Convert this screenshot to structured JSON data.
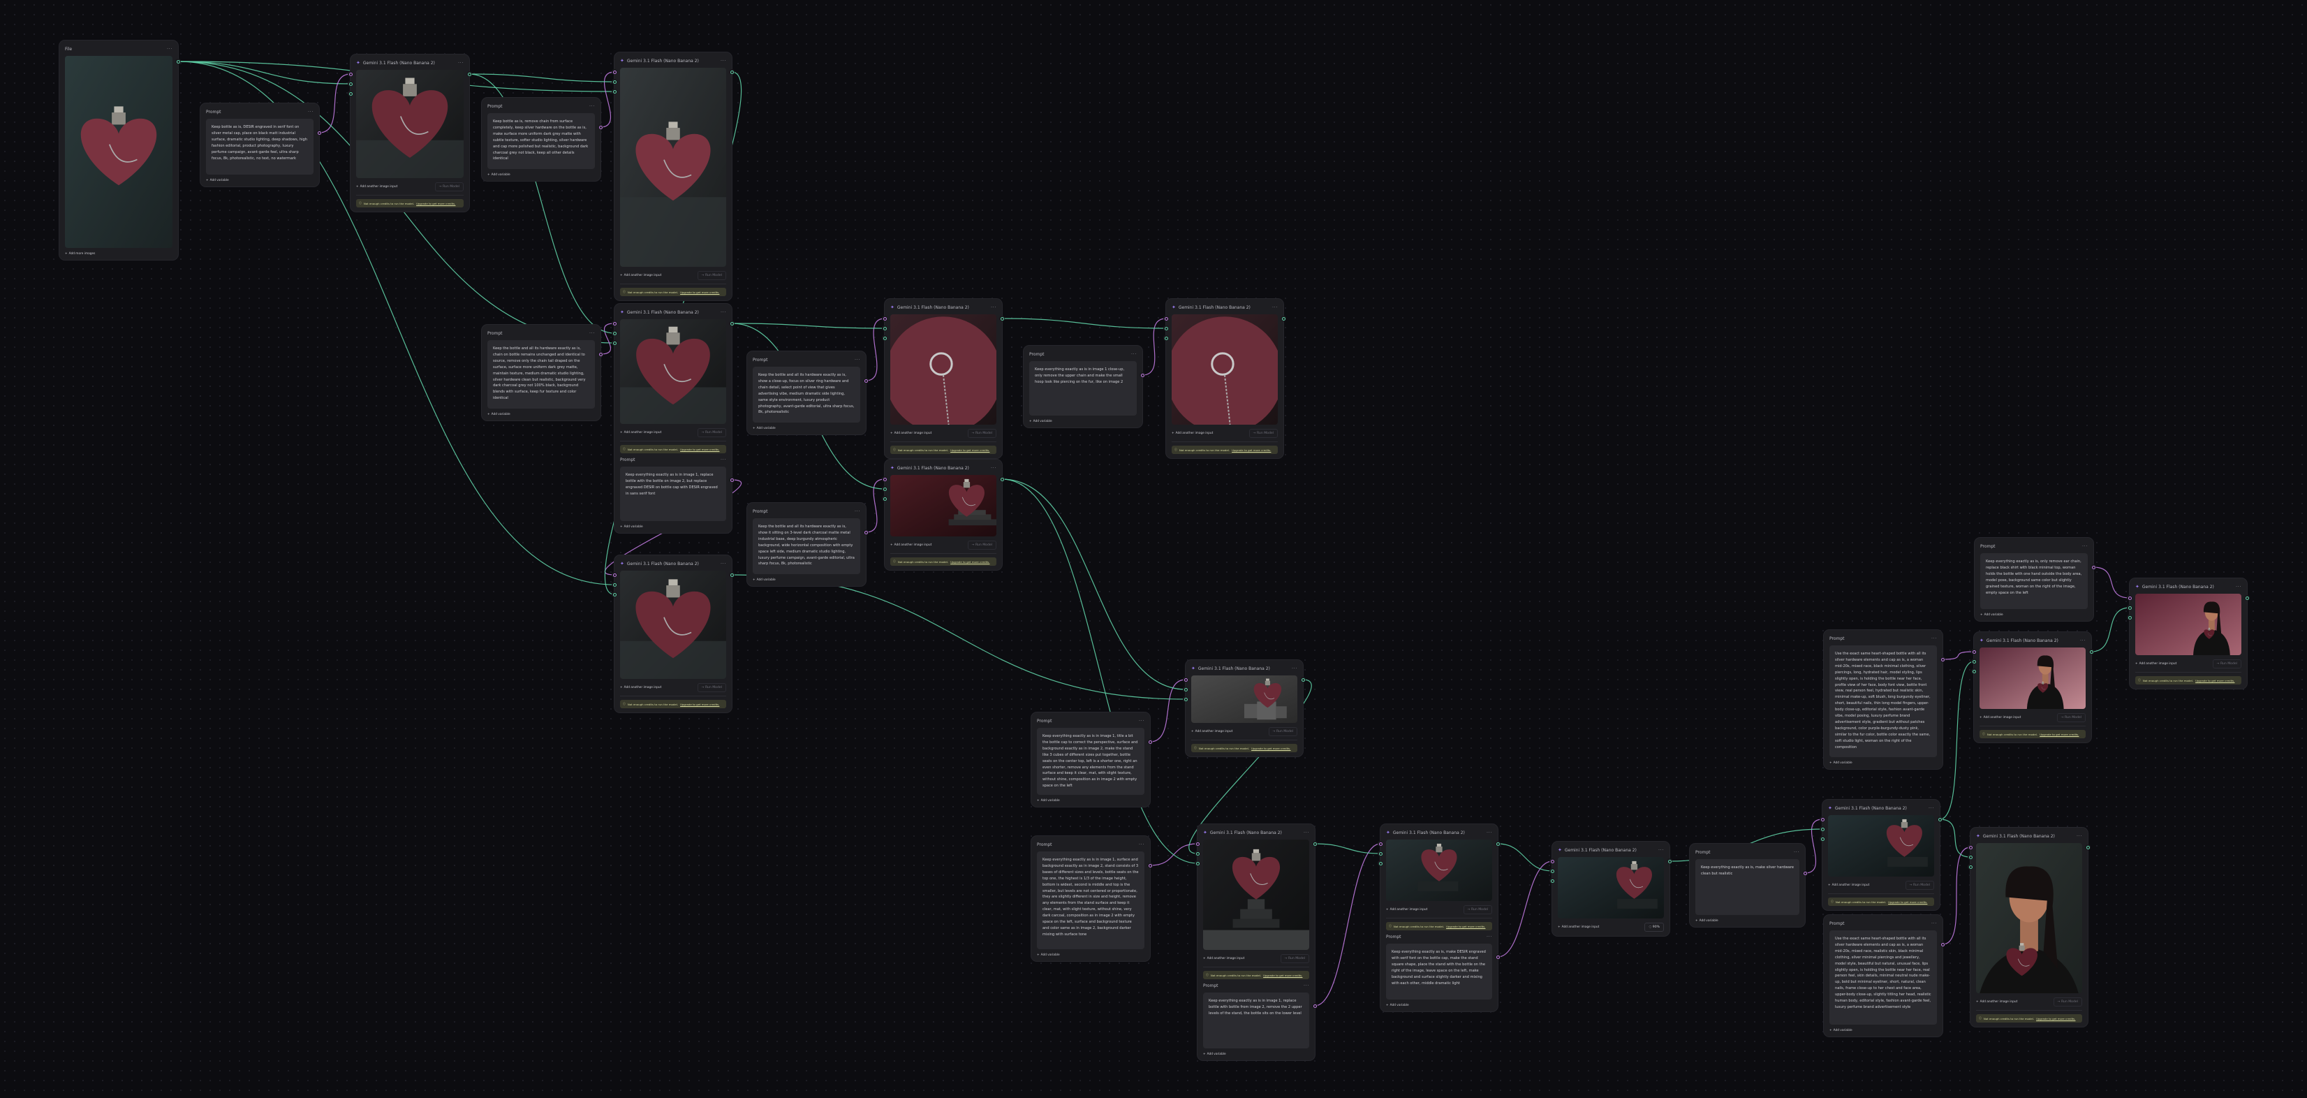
{
  "file_node": {
    "title": "File",
    "add_label": "Add more images"
  },
  "gen_node": {
    "title": "Gemini 3.1 Flash (Nano Banana 2)",
    "add_input_label": "Add another image input",
    "run_label": "Run Model",
    "warning_text": "Not enough credits to run the model.",
    "upgrade_link": "Upgrade to get more credits.",
    "progress": "90%"
  },
  "prompt_node": {
    "title": "Prompt",
    "add_variable_label": "Add variable"
  },
  "prompts": [
    "Keep bottle as is, DESIR engraved in serif font on silver metal cap, place on black matt industrial surface, dramatic studio lighting, deep shadows, high fashion editorial, product photography, luxury perfume campaign, avant-garde feel, ultra sharp focus, 8k, photorealistic, no text, no watermark",
    "Keep bottle as is, remove chain from surface completely, keep silver hardware on the bottle as is, make surface more uniform dark grey matte with subtle texture, softer studio lighting, silver hardware and cap more polished but realistic, background dark charcoal grey not black, keep all other details identical",
    "Keep the bottle and all its hardware exactly as is, chain on bottle remains unchanged and identical to source, remove only the chain tail draped on the surface, surface more uniform dark grey matte, maintain texture, medium dramatic studio lighting, silver hardware clean but realistic, background very dark charcoal grey not 100% black, background blends with surface, keep fur texture and color identical",
    "Keep everything exactly as is in image 1, replace bottle with the bottle on image 2, but replace engraved DESIR on bottle cap with DESIR engraved in sans serif font",
    "Keep the bottle and all its hardware exactly as is, show a close-up, focus on silver ring hardware and chain detail, select point of view that gives advertising vibe, medium dramatic side lighting, same style environment, luxury product photography, avant-garde editorial, ultra sharp focus, 8k, photorealistic",
    "Keep the bottle and all its hardware exactly as is, show it sitting on 3-level dark charcoal matte metal industrial base, deep burgundy atmospheric background, wide horizontal composition with empty space left side, medium dramatic studio lighting, luxury perfume campaign, avant-garde editorial, ultra sharp focus, 8k, photorealistic",
    "Keep everything exactly as is in image 1 close-up, only remove the upper chain and make the small hoop look like piercing on the fur, like on image 2",
    "Keep everything exactly as is in image 1, title a bit the bottle cap to correct the perspective, surface and background exactly as in image 2, make the stand like 3 cubes of different sizes put together, bottle seats on the center top, left is a shorter one, right an even shorter, remove any elements from the stand surface and keep it clear, mat, with slight texture, without shine, composition as in image 2 with empty space on the left",
    "Keep everything exactly as is in image 1, surface and background exactly as in image 2, stand consists of 3 bases of different sizes and levels, bottle seats on the top one, the highest is 1/3 of the image height, bottom is widest, second is middle and top is the smaller, but levels are not centered or proportionate, they are slightly different in size and height, remove any elements from the stand surface and keep it clear, mat, with slight texture, without shine, very dark carcoal, composition as in image 2 with empty space on the left, surface and background texture and color same as in image 2, background darker mixing with surface tone",
    "Keep everything exactly as is in image 1, replace bottle with bottle from image 2, remove the 2 upper levels of the stand, the bottle sits on the lower level",
    "Keep everything exactly as is, make DESIR engraved with serif font on the bottle cap, make the stand square shape, place the stand with the bottle on the right of the image, leave space on the left, make background and surface slightly darker and mixing with each other, middle dramatic light",
    "Keep everything exactly as is, make silver hardware clean but realistic",
    "Use the exact same heart-shaped bottle with all its silver hardware elements and cap as is, a woman mid-20s, mixed race, black minimal clothing, silver piercings, long, hydrated hair, model styling, lips slightly open, is holding the bottle near her face, profile view of her face, body font view, bottle front view, real person feel, hydrated but realistic skin, minimal make-up, soft blush, long burgundy eyeliner, short, beautiful nails, thin long model fingers, upper-body close-up, editorial style, fashion avant-garde vibe, model posing, luxury perfume brand advertisement style, gradient but without patches background, color purple-burgundy-dusty pink, similar to the fur color, bottle color exactly the same, soft studio light, woman on the right of the composition",
    "Use the exact same heart-shaped bottle with all its silver hardware elements and cap as is, a woman mid-20s, mixed race, realistic skin, black minimal clothing, silver minimal piercings and jewellery, model style, beautiful but natural, unusual face, lips slightly open, is holding the bottle near her face, real person feel, skin details, minimal neutral nude make-up, bold but minimal eyeliner, short, natural, clean nails, frame close-up to her chest and face area, upper-body close-up, slightly titling her head, realistic human body, editorial style, fashion avant-garde feel, luxury perfume brand advertisement style",
    "Keep everything exactly as is, only remove ear chain, replace black shirt with black minimal top, woman holds the bottle with one hand outside the body area, model pose, background same color but slightly grained texture, woman on the right of the image, empty space on the left"
  ],
  "colors": {
    "canvas": "#0c0c10",
    "node": "#1e1e22",
    "image_edge": "#5fd0a6",
    "prompt_edge": "#c07ae0",
    "warning_bg": "#393a2c",
    "warning_text": "#d9dca2",
    "model_icon": "#9a7cf0"
  },
  "icons": {
    "model": "sparkle-icon",
    "menu": "more-dots-icon",
    "add": "plus-icon",
    "run": "arrow-right-icon",
    "warning": "alert-circle-icon",
    "progress": "spinner-icon",
    "port": "connector-port-icon"
  }
}
